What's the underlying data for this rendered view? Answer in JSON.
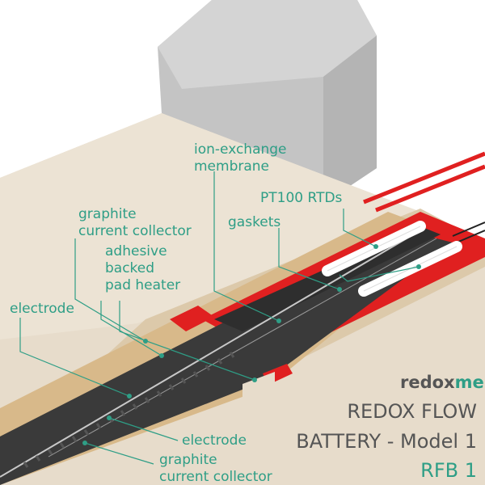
{
  "labels": {
    "membrane_1": "ion-exchange",
    "membrane_2": "membrane",
    "rtds": "PT100 RTDs",
    "gaskets": "gaskets",
    "collector_top_1": "graphite",
    "collector_top_2": "current collector",
    "heater_1": "adhesive",
    "heater_2": "backed",
    "heater_3": "pad heater",
    "electrode_left": "electrode",
    "electrode_bottom": "electrode",
    "collector_bottom_1": "graphite",
    "collector_bottom_2": "current collector"
  },
  "brand": {
    "part1": "redox",
    "part2": "me"
  },
  "title": {
    "line1": "REDOX FLOW",
    "line2": "BATTERY - Model 1",
    "model": "RFB 1"
  },
  "colors": {
    "accent": "#2e9e86",
    "text_gray": "#555555",
    "plate": "#e7dccb",
    "gasket": "#d8b98a",
    "graphite": "#3a3a3a",
    "heater_red": "#e02020",
    "rtd_white": "#ffffff",
    "block_gray": "#c9c9c9"
  }
}
